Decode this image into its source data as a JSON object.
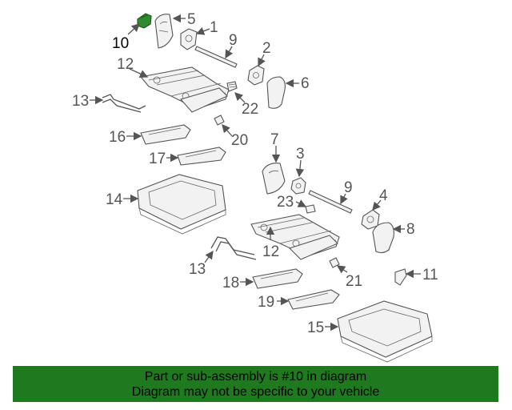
{
  "diagram": {
    "highlight_color": "#2e8b2e",
    "callouts": [
      "1",
      "2",
      "3",
      "4",
      "5",
      "6",
      "7",
      "8",
      "9",
      "9",
      "10",
      "11",
      "12",
      "12",
      "13",
      "13",
      "14",
      "15",
      "16",
      "17",
      "18",
      "19",
      "20",
      "21",
      "22",
      "23"
    ]
  },
  "banner": {
    "line1": "Part or sub-assembly is #10 in diagram",
    "line2": "Diagram may not be specific to your vehicle",
    "background": "#1f7a1f"
  }
}
